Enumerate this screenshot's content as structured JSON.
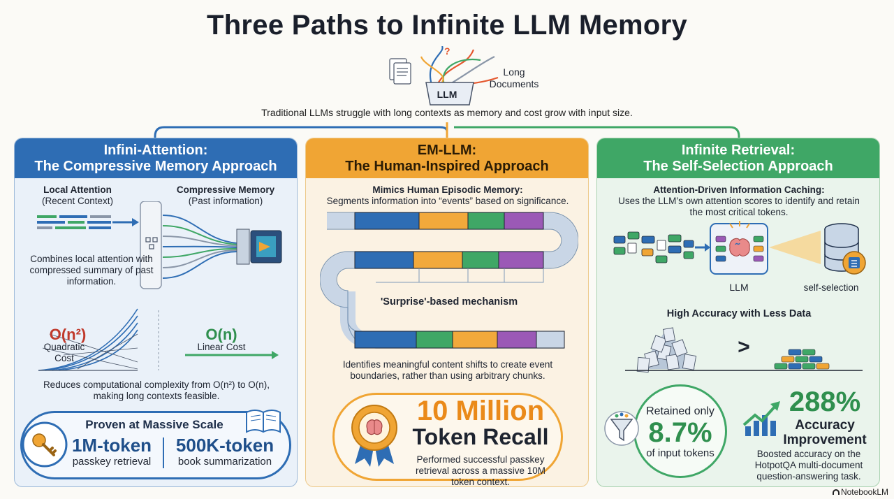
{
  "header": {
    "title": "Three Paths to Infinite LLM Memory",
    "hero_llm_label": "LLM",
    "hero_docs_label": "Long Documents",
    "intro": "Traditional LLMs struggle with long contexts as memory and cost grow with input size."
  },
  "panels": [
    {
      "title_line1": "Infini-Attention:",
      "title_line2": "The Compressive Memory Approach",
      "local_title": "Local Attention",
      "local_sub": "(Recent Context)",
      "memory_title": "Compressive Memory",
      "memory_sub": "(Past information)",
      "combines_text": "Combines local attention with compressed summary of past information.",
      "quad_label": "O(n²)",
      "quad_sub": "Quadratic Cost",
      "linear_label": "O(n)",
      "linear_sub": "Linear Cost",
      "reduces_text": "Reduces computational complexity from O(n²) to O(n), making long contexts feasible.",
      "scale_title": "Proven at Massive Scale",
      "stat1_value": "1M",
      "stat1_suffix": "-token",
      "stat1_sub": "passkey retrieval",
      "stat2_value": "500K",
      "stat2_suffix": "-token",
      "stat2_sub": "book summarization"
    },
    {
      "title_line1": "EM-LLM:",
      "title_line2": "The Human-Inspired Approach",
      "mimics_title": "Mimics Human Episodic Memory:",
      "mimics_sub": "Segments information into “events” based on significance.",
      "surprise_label": "'Surprise'-based mechanism",
      "identifies_text": "Identifies meaningful content shifts to create event boundaries, rather than using arbitrary chunks.",
      "recall_value": "10 Million",
      "recall_label": "Token Recall",
      "recall_sub": "Performed successful passkey retrieval across a massive 10M token context."
    },
    {
      "title_line1": "Infinite Retrieval:",
      "title_line2": "The Self-Selection Approach",
      "caching_title": "Attention-Driven Information Caching:",
      "caching_sub": "Uses the LLM’s own attention scores to identify and retain the most critical tokens.",
      "llm_label": "LLM",
      "selection_label": "self-selection",
      "accuracy_title": "High Accuracy with Less Data",
      "compare_symbol": ">",
      "retained_label": "Retained only",
      "retained_value": "8.7%",
      "retained_sub": "of input tokens",
      "improve_value": "288%",
      "improve_label": "Accuracy Improvement",
      "improve_sub": "Boosted accuracy on the HotpotQA multi-document question-answering task."
    }
  ],
  "footer": {
    "brand": "NotebookLM"
  },
  "colors": {
    "blue": "#2e6db4",
    "orange": "#f0a534",
    "green": "#3fa766",
    "segment_blue": "#2e6db4",
    "segment_orange": "#f2a93b",
    "segment_green": "#3fa766",
    "segment_purple": "#9b59b6"
  }
}
